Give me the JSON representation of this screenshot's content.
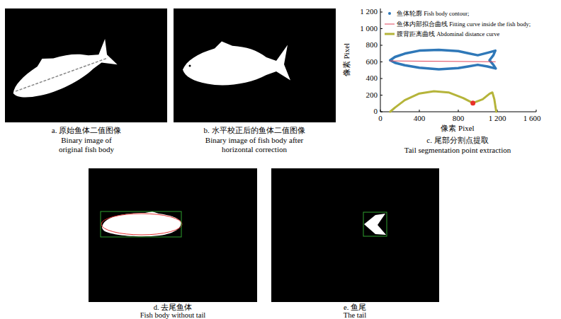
{
  "diagram": {
    "labels": [
      "a. 原始鱼体二值图像",
      "Binary image of original fish body",
      "b. 水平校正后的鱼体二值图像",
      "Binary image of fish body after horizontal correction",
      "1 200",
      "1 000",
      "800",
      "600",
      "400",
      "200",
      "0",
      "0",
      "400",
      "800",
      "1 200",
      "1 600",
      "像素 Pixel",
      "像素 Pixel",
      "c. 尾部分割点提取",
      "Tail segmentation point extraction",
      "d. 去尾鱼体",
      "Fish body without tail",
      "e. 鱼尾",
      "The tail"
    ],
    "legend": [
      {
        "text": "鱼体轮廓 Fish body contour;"
      },
      {
        "text": "鱼体内部拟合曲线 Fitting curve inside the fish body;"
      },
      {
        "text": "腹背距离曲线 Abdominal distance curve"
      }
    ]
  }
}
